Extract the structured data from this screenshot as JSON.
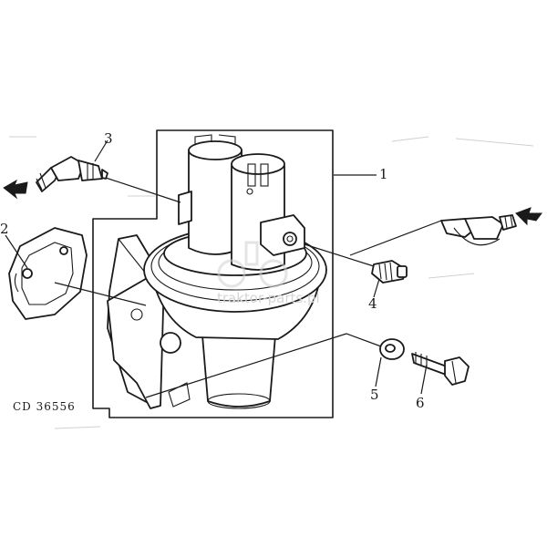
{
  "diagram": {
    "callouts": [
      {
        "id": "part-1",
        "label": "1"
      },
      {
        "id": "part-2",
        "label": "2"
      },
      {
        "id": "part-3",
        "label": "3"
      },
      {
        "id": "part-4",
        "label": "4"
      },
      {
        "id": "part-5",
        "label": "5"
      },
      {
        "id": "part-6",
        "label": "6"
      }
    ],
    "drawing_code": "CD 36556",
    "watermark": "traktor-parts.pl"
  },
  "colors": {
    "line": "#1a1a1a",
    "background": "#ffffff",
    "watermark": "#d6d6d6"
  }
}
